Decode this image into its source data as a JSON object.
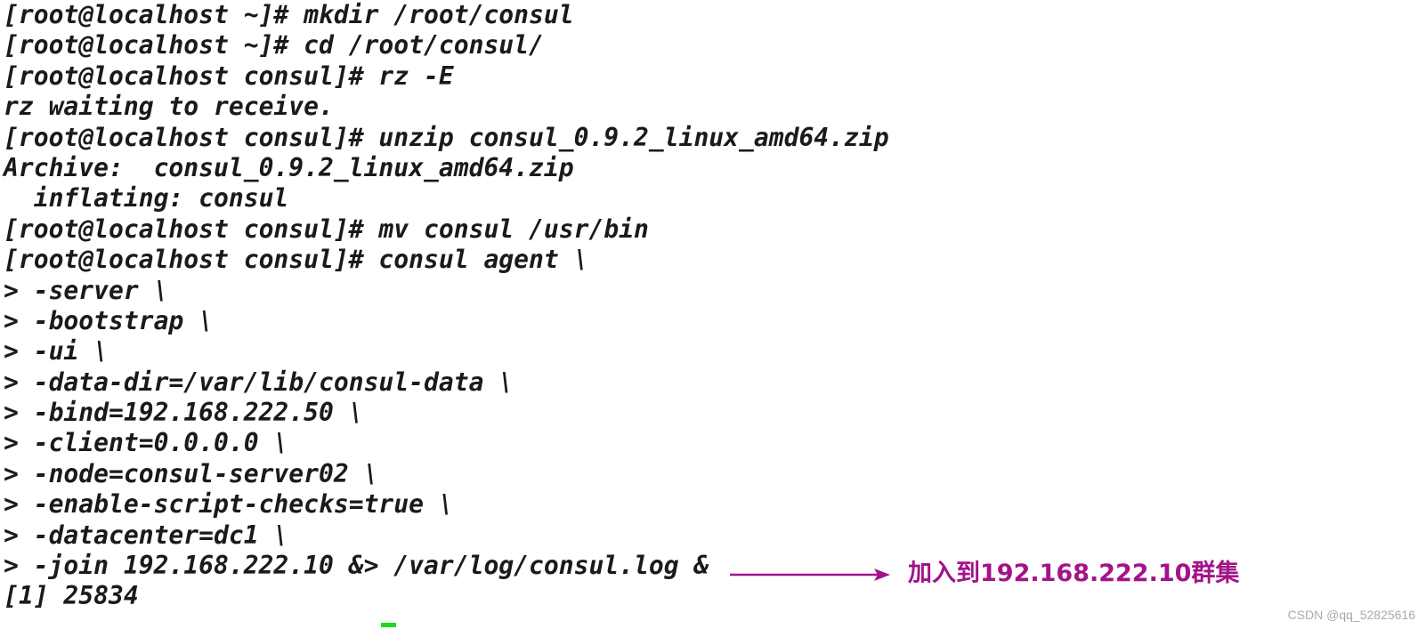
{
  "terminal": {
    "lines": [
      "[root@localhost ~]# mkdir /root/consul",
      "[root@localhost ~]# cd /root/consul/",
      "[root@localhost consul]# rz -E",
      "rz waiting to receive.",
      "[root@localhost consul]# unzip consul_0.9.2_linux_amd64.zip",
      "Archive:  consul_0.9.2_linux_amd64.zip",
      "  inflating: consul",
      "[root@localhost consul]# mv consul /usr/bin",
      "[root@localhost consul]# consul agent \\",
      "> -server \\",
      "> -bootstrap \\",
      "> -ui \\",
      "> -data-dir=/var/lib/consul-data \\",
      "> -bind=192.168.222.50 \\",
      "> -client=0.0.0.0 \\",
      "> -node=consul-server02 \\",
      "> -enable-script-checks=true \\",
      "> -datacenter=dc1 \\",
      "> -join 192.168.222.10 &> /var/log/consul.log &",
      "[1] 25834"
    ]
  },
  "annotation": {
    "text": "加入到192.168.222.10群集",
    "color": "#a3138a"
  },
  "cursor": {
    "color": "#1adb1a"
  },
  "watermark": {
    "text": "CSDN @qq_52825616"
  }
}
